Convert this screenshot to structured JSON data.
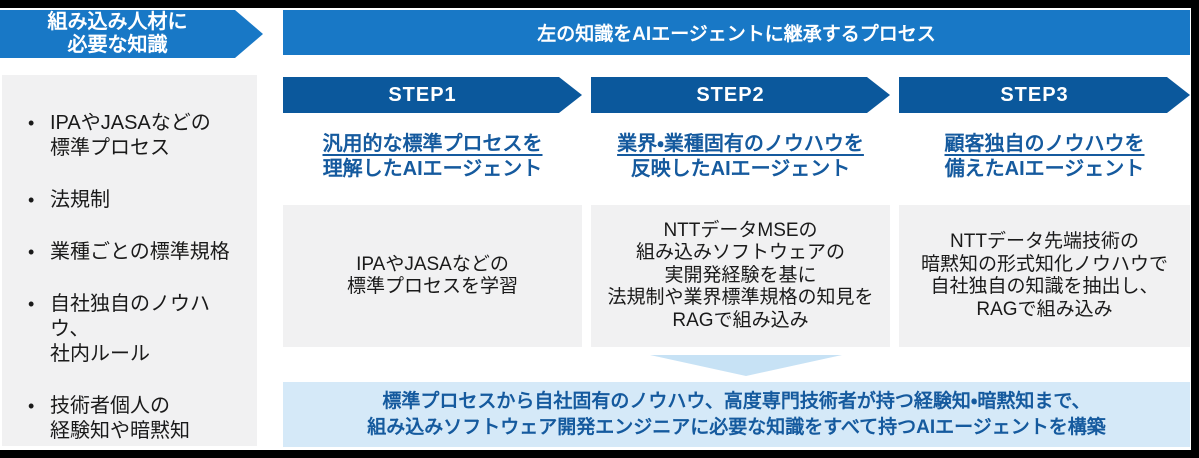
{
  "colors": {
    "banner_blue": "#1878c6",
    "step_banner_blue": "#0b589c",
    "title_text_blue": "#155a9e",
    "box_gray": "#f1f1f2",
    "conclusion_bg": "#d5e9f8",
    "triangle_blue": "#c7e2f5",
    "frame_black": "#000000"
  },
  "left_panel": {
    "header_lines": [
      "組み込み人材に",
      "必要な知識"
    ],
    "bullet": "•",
    "items": [
      [
        "IPAやJASAなどの",
        "標準プロセス"
      ],
      [
        "法規制"
      ],
      [
        "業種ごとの標準規格"
      ],
      [
        "自社独自のノウハウ、",
        "社内ルール"
      ],
      [
        "技術者個人の",
        "経験知や暗黙知"
      ]
    ]
  },
  "process": {
    "header": "左の知識をAIエージェントに継承するプロセス",
    "steps": [
      {
        "label": "STEP1",
        "title_underlined": "汎用的な標準プロセスを",
        "title_rest": "理解したAIエージェント",
        "body": [
          "IPAやJASAなどの",
          "標準プロセスを学習"
        ]
      },
      {
        "label": "STEP2",
        "title_underlined": "業界・業種固有のノウハウを",
        "title_rest": "反映したAIエージェント",
        "body": [
          "NTTデータMSEの",
          "組み込みソフトウェアの",
          "実開発経験を基に",
          "法規制や業界標準規格の知見を",
          "RAGで組み込み"
        ]
      },
      {
        "label": "STEP3",
        "title_underlined": "顧客独自のノウハウを",
        "title_rest": "備えたAIエージェント",
        "body": [
          "NTTデータ先端技術の",
          "暗黙知の形式知化ノウハウで",
          "自社独自の知識を抽出し、",
          "RAGで組み込み"
        ]
      }
    ],
    "conclusion_lines": [
      "標準プロセスから自社固有のノウハウ、高度専門技術者が持つ経験知・暗黙知まで、",
      "組み込みソフトウェア開発エンジニアに必要な知識をすべて持つAIエージェントを構築"
    ]
  }
}
